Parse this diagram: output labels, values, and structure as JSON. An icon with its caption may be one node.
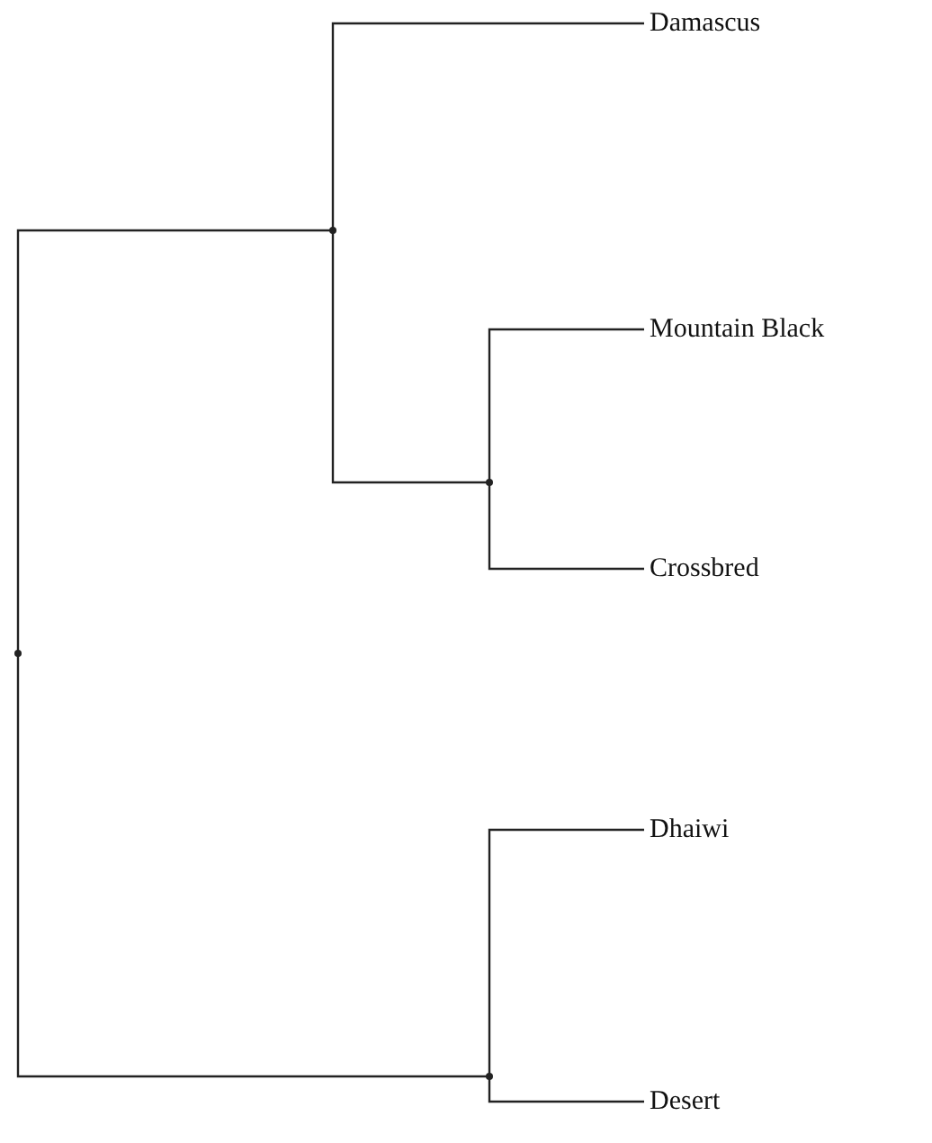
{
  "diagram": {
    "nodes": [
      {
        "text": [
          "Damascus"
        ]
      },
      {
        "text": [
          "Mountain Black"
        ]
      },
      {
        "text": [
          "Crossbred"
        ]
      },
      {
        "text": [
          "Dhaiwi"
        ]
      },
      {
        "text": [
          "Desert"
        ]
      },
      {
        "text": [],
        "shape": "point"
      },
      {
        "text": [],
        "shape": "point"
      },
      {
        "text": [],
        "shape": "point"
      },
      {
        "text": [],
        "shape": "point"
      }
    ],
    "edges": [
      {
        "from": 5,
        "to": 6,
        "arrow": "none"
      },
      {
        "from": 5,
        "to": 8,
        "arrow": "none"
      },
      {
        "from": 6,
        "to": 0,
        "arrow": "none"
      },
      {
        "from": 6,
        "to": 7,
        "arrow": "none"
      },
      {
        "from": 7,
        "to": 1,
        "arrow": "none"
      },
      {
        "from": 7,
        "to": 2,
        "arrow": "none"
      },
      {
        "from": 8,
        "to": 3,
        "arrow": "none"
      },
      {
        "from": 8,
        "to": 4,
        "arrow": "none"
      }
    ]
  }
}
